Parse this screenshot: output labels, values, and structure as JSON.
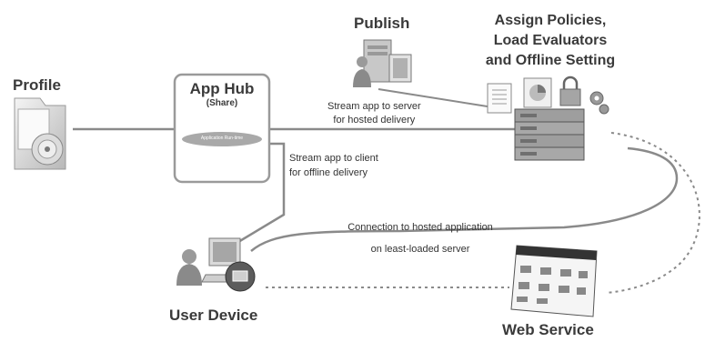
{
  "nodes": {
    "profile": {
      "label": "Profile"
    },
    "apphub": {
      "title": "App Hub",
      "subtitle": "(Share)",
      "runtime": "Application Run-time"
    },
    "publish": {
      "label": "Publish"
    },
    "policies": {
      "line1": "Assign Policies,",
      "line2": "Load Evaluators",
      "line3": "and Offline Setting"
    },
    "user_device": {
      "label": "User Device"
    },
    "web_service": {
      "label": "Web Service"
    }
  },
  "edges": {
    "stream_server": {
      "line1": "Stream app to server",
      "line2": "for hosted delivery"
    },
    "stream_client": {
      "line1": "Stream app to client",
      "line2": "for offline delivery"
    },
    "connection": {
      "line1": "Connection to hosted application",
      "line2": "on least-loaded server"
    }
  },
  "colors": {
    "line": "#8a8a8a",
    "box_border": "#9a9a9a",
    "runtime_fill": "#a9a9a9"
  }
}
